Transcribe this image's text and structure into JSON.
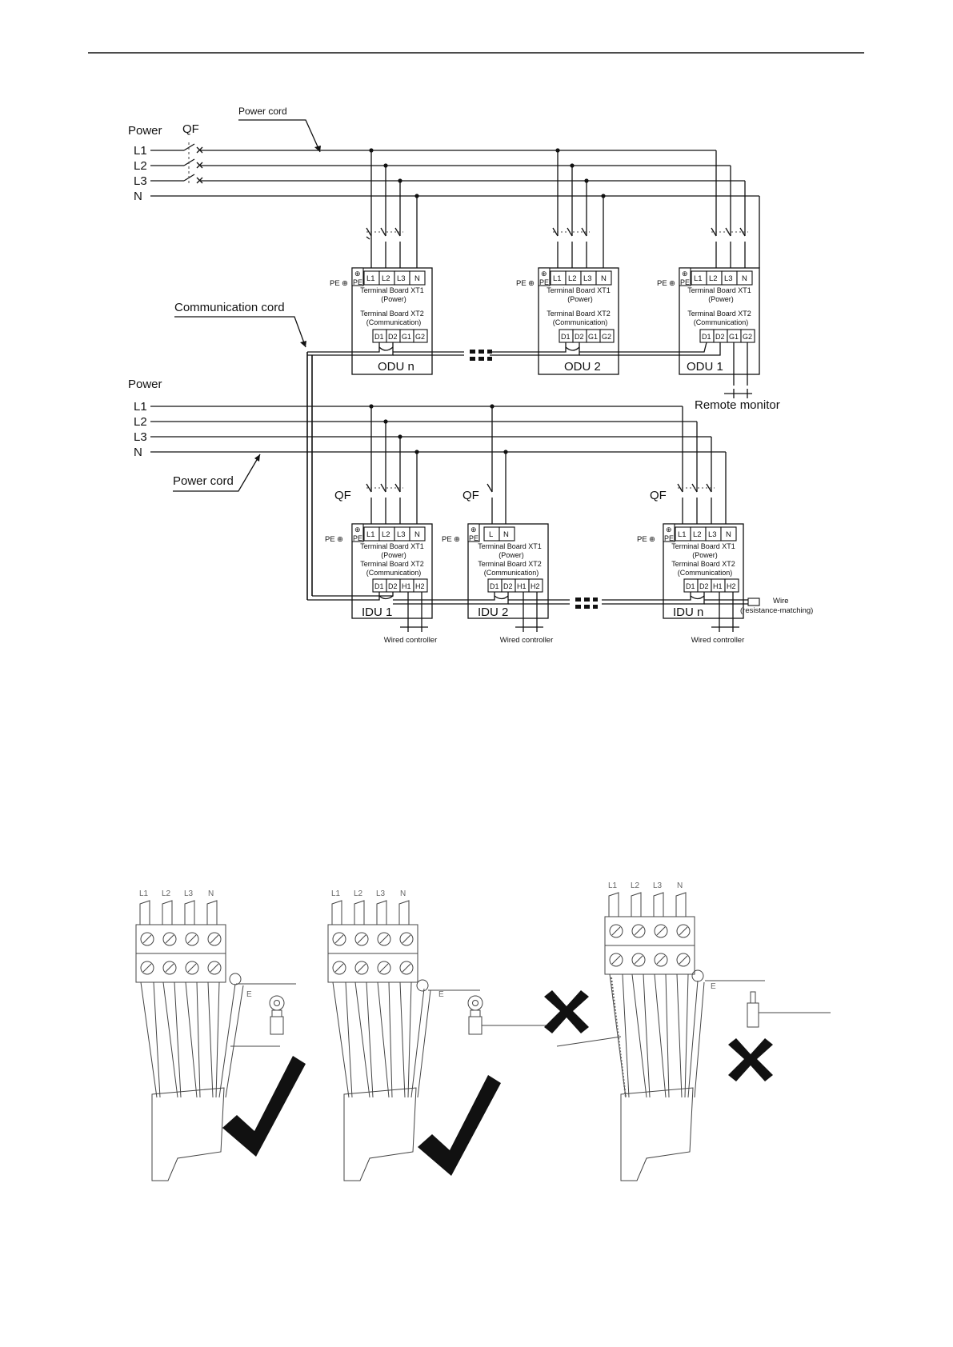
{
  "wiring_diagram": {
    "outdoor_power": {
      "title": "Power",
      "switch": "QF",
      "power_cord": "Power cord",
      "lines": [
        "L1",
        "L2",
        "L3",
        "N"
      ]
    },
    "communication_cord": "Communication cord",
    "indoor_power": {
      "title": "Power",
      "power_cord": "Power cord",
      "lines": [
        "L1",
        "L2",
        "L3",
        "N"
      ]
    },
    "odu_units": [
      {
        "name": "ODU n",
        "pe": "PE",
        "pe_terminal": "PE",
        "xt1_terminals": [
          "L1",
          "L2",
          "L3",
          "N"
        ],
        "xt1_label": "Terminal Board XT1",
        "xt1_sub": "(Power)",
        "xt2_label": "Terminal Board XT2",
        "xt2_sub": "(Communication)",
        "xt2_terminals": [
          "D1",
          "D2",
          "G1",
          "G2"
        ]
      },
      {
        "name": "ODU 2",
        "pe": "PE",
        "pe_terminal": "PE",
        "xt1_terminals": [
          "L1",
          "L2",
          "L3",
          "N"
        ],
        "xt1_label": "Terminal Board XT1",
        "xt1_sub": "(Power)",
        "xt2_label": "Terminal Board XT2",
        "xt2_sub": "(Communication)",
        "xt2_terminals": [
          "D1",
          "D2",
          "G1",
          "G2"
        ]
      },
      {
        "name": "ODU 1",
        "pe": "PE",
        "pe_terminal": "PE",
        "xt1_terminals": [
          "L1",
          "L2",
          "L3",
          "N"
        ],
        "xt1_label": "Terminal Board XT1",
        "xt1_sub": "(Power)",
        "xt2_label": "Terminal Board XT2",
        "xt2_sub": "(Communication)",
        "xt2_terminals": [
          "D1",
          "D2",
          "G1",
          "G2"
        ]
      }
    ],
    "remote_monitor": "Remote monitor",
    "idu_units": [
      {
        "name": "IDU 1",
        "switch": "QF",
        "pe": "PE",
        "pe_terminal": "PE",
        "xt1_terminals": [
          "L1",
          "L2",
          "L3",
          "N"
        ],
        "xt1_label": "Terminal Board XT1",
        "xt1_sub": "(Power)",
        "xt2_label": "Terminal Board XT2",
        "xt2_sub": "(Communication)",
        "xt2_terminals": [
          "D1",
          "D2",
          "H1",
          "H2"
        ],
        "controller": "Wired controller"
      },
      {
        "name": "IDU 2",
        "switch": "QF",
        "pe": "PE",
        "pe_terminal": "PE",
        "xt1_terminals": [
          "L",
          "N"
        ],
        "xt1_label": "Terminal Board XT1",
        "xt1_sub": "(Power)",
        "xt2_label": "Terminal Board XT2",
        "xt2_sub": "(Communication)",
        "xt2_terminals": [
          "D1",
          "D2",
          "H1",
          "H2"
        ],
        "controller": "Wired controller"
      },
      {
        "name": "IDU n",
        "switch": "QF",
        "pe": "PE",
        "pe_terminal": "PE",
        "xt1_terminals": [
          "L1",
          "L2",
          "L3",
          "N"
        ],
        "xt1_label": "Terminal Board XT1",
        "xt1_sub": "(Power)",
        "xt2_label": "Terminal Board XT2",
        "xt2_sub": "(Communication)",
        "xt2_terminals": [
          "D1",
          "D2",
          "H1",
          "H2"
        ],
        "controller": "Wired controller"
      }
    ],
    "wire": "Wire",
    "wire_sub": "(resistance-matching)"
  },
  "terminal_examples": [
    {
      "labels": [
        "L1",
        "L2",
        "L3",
        "N"
      ],
      "earth": "E",
      "result": "correct"
    },
    {
      "labels": [
        "L1",
        "L2",
        "L3",
        "N"
      ],
      "earth": "E",
      "result": "correct"
    },
    {
      "labels": [
        "L1",
        "L2",
        "L3",
        "N"
      ],
      "earth": "E",
      "result": "incorrect"
    }
  ]
}
